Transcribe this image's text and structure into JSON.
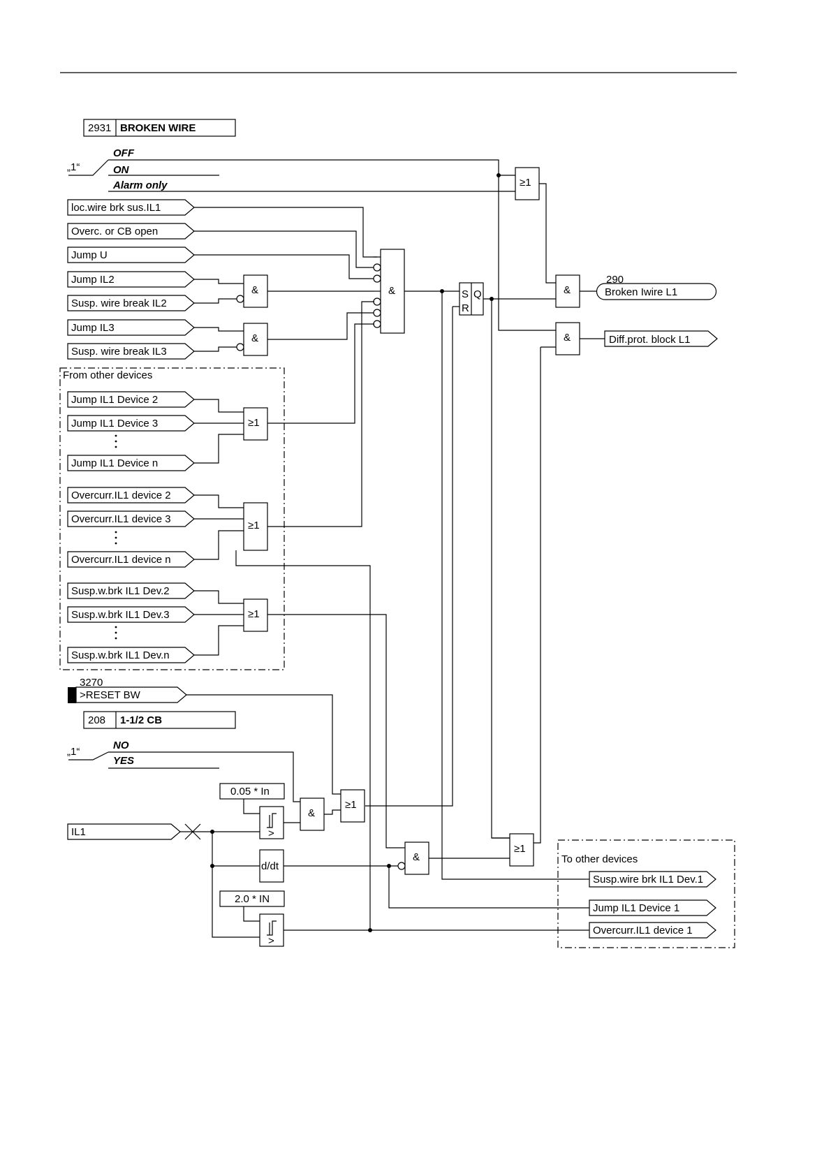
{
  "settings": {
    "broken_wire": {
      "address": "2931",
      "title": "BROKEN WIRE",
      "opt_off": "OFF",
      "opt_on": "ON",
      "opt_alarm": "Alarm only"
    },
    "cb": {
      "address": "208",
      "title": "1-1/2 CB",
      "opt_no": "NO",
      "opt_yes": "YES"
    },
    "switch_label": "„1“"
  },
  "inputs": {
    "loc_wire": "loc.wire brk sus.IL1",
    "overc_cb": "Overc. or CB open",
    "jump_u": "Jump U",
    "jump_il2": "Jump IL2",
    "susp_il2": "Susp. wire break IL2",
    "jump_il3": "Jump IL3",
    "susp_il3": "Susp. wire break IL3",
    "il1": "IL1",
    "reset_address": "3270",
    "reset": ">RESET BW"
  },
  "from_other": {
    "title": "From other devices",
    "jump_dev2": "Jump IL1 Device 2",
    "jump_dev3": "Jump IL1 Device 3",
    "jump_devn": "Jump IL1 Device n",
    "oc_dev2": "Overcurr.IL1 device 2",
    "oc_dev3": "Overcurr.IL1 device 3",
    "oc_devn": "Overcurr.IL1 device n",
    "sw_dev2": "Susp.w.brk IL1 Dev.2",
    "sw_dev3": "Susp.w.brk IL1 Dev.3",
    "sw_devn": "Susp.w.brk IL1 Dev.n"
  },
  "outputs": {
    "broken_address": "290",
    "broken": "Broken Iwire L1",
    "diff_block": "Diff.prot. block L1"
  },
  "to_other": {
    "title": "To other devices",
    "susp": "Susp.wire brk IL1 Dev.1",
    "jump": "Jump IL1 Device 1",
    "oc": "Overcurr.IL1 device 1"
  },
  "thresholds": {
    "low": "0.05 * In",
    "high": "2.0 * IN"
  },
  "symbols": {
    "and": "&",
    "or": "≥1",
    "ddt": "d/dt",
    "set": "S",
    "reset": "R",
    "q": "Q",
    "gt": ">"
  }
}
